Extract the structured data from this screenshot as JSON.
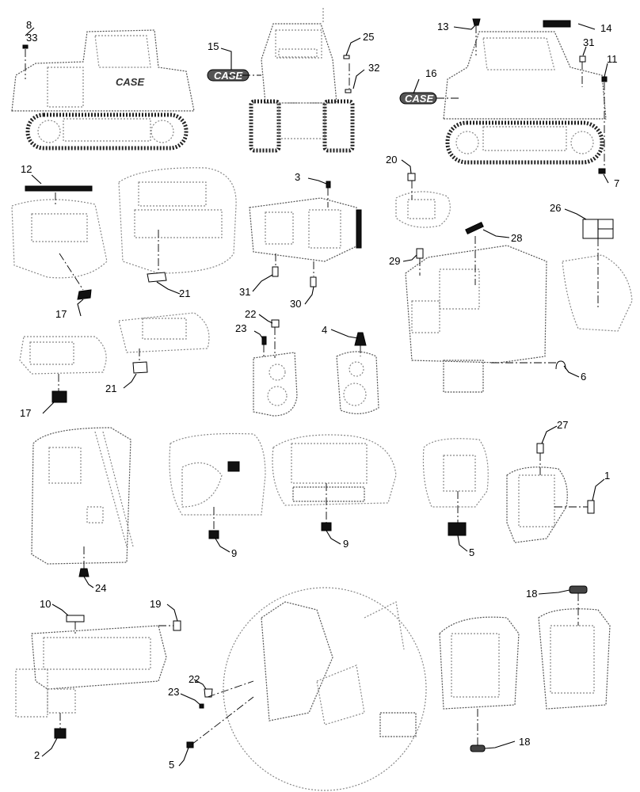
{
  "callouts": {
    "c1": "1",
    "c2": "2",
    "c3": "3",
    "c4": "4",
    "c5a": "5",
    "c5b": "5",
    "c6": "6",
    "c7": "7",
    "c8": "8",
    "c9a": "9",
    "c9b": "9",
    "c10": "10",
    "c11": "11",
    "c12": "12",
    "c13": "13",
    "c14": "14",
    "c15": "15",
    "c16": "16",
    "c17a": "17",
    "c17b": "17",
    "c18a": "18",
    "c18b": "18",
    "c19": "19",
    "c20": "20",
    "c21a": "21",
    "c21b": "21",
    "c22a": "22",
    "c22b": "22",
    "c23a": "23",
    "c23b": "23",
    "c24": "24",
    "c25": "25",
    "c26": "26",
    "c27": "27",
    "c28": "28",
    "c29": "29",
    "c30": "30",
    "c31a": "31",
    "c31b": "31",
    "c32": "32",
    "c33": "33"
  },
  "logos": {
    "brand": "CASE"
  },
  "colors": {
    "line": "#000000",
    "ghost": "#888888",
    "background": "#ffffff"
  }
}
